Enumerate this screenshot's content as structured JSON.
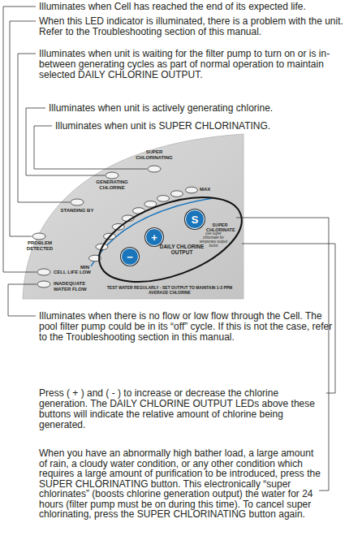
{
  "diagram": {
    "nodes": [
      {
        "text": [
          "DAILY CHLORINE OUTPUT"
        ]
      },
      {
        "text": [
          "+"
        ],
        "in": 0
      },
      {
        "text": [
          "−"
        ],
        "in": 0
      },
      {
        "text": [
          "S"
        ],
        "in": 0
      }
    ],
    "edges": [],
    "labels": [
      "Illuminates when Cell has reached the end of its expected life.",
      "When this LED indicator is illuminated, there is a problem with the unit. Refer to the Troubleshooting section of this manual.",
      "Illuminates when unit is waiting for the filter pump to turn on or is in-between generating cycles as part of normal operation to maintain selected DAILY CHLORINE OUTPUT.",
      "Illuminates when unit is actively generating chlorine.",
      "Illuminates when unit is SUPER CHLORINATING.",
      "SUPER CHLORINATING",
      "GENERATING CHLORINE",
      "STANDING BY",
      "PROBLEM DETECTED",
      "CELL LIFE LOW",
      "INADEQUATE WATER FLOW",
      "MIN",
      "MAX",
      "SUPER CHLORINATE",
      "use super chlorinate for temporary output boost",
      "TEST WATER REGULARLY - SET OUTPUT TO MAINTAIN 1-3 PPM AVERAGE CHLORINE",
      "Illuminates when there is no flow or low flow through the Cell. The pool filter pump could be in its “off” cycle. If this is not the case, refer to the Troubleshooting section in this manual.",
      "Press ( + ) and ( - ) to increase or decrease the chlorine generation. The DAILY CHLORINE OUTPUT LEDs above these buttons will indicate the relative amount of chlorine being generated.",
      "When you have an abnormally high bather load, a large amount of rain, a cloudy water condition, or any other condition which requires a large amount of purification to be introduced, press the SUPER CHLORINATING button. This electronically “super chlorinates” (boosts chlorine generation output) the water for 24 hours (filter pump must be on during this time). To cancel super chlorinating, press the SUPER CHLORINATING button again."
    ]
  }
}
